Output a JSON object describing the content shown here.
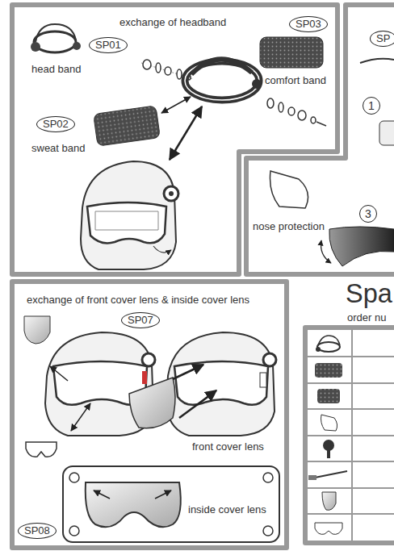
{
  "diagram": {
    "nodes": [
      {
        "text": [
          "exchange of headband"
        ]
      },
      {
        "text": [
          "SP01"
        ],
        "in": 0
      },
      {
        "text": [
          "SP03"
        ],
        "in": 0
      },
      {
        "text": [
          "SP02"
        ],
        "in": 0
      },
      {
        "text": [
          "nose protection"
        ]
      },
      {
        "text": [
          "SP"
        ],
        "in": 4
      },
      {
        "text": [
          "1"
        ],
        "in": 4
      },
      {
        "text": [
          "3"
        ],
        "in": 4
      },
      {
        "text": [
          "exchange of front cover lens & inside cover lens"
        ]
      },
      {
        "text": [
          "SP07"
        ],
        "in": 8
      },
      {
        "text": [
          "SP08"
        ],
        "in": 8
      },
      {
        "text": [
          "Spa",
          "order nu"
        ]
      }
    ],
    "labels": [
      "head band",
      "sweat band",
      "comfort band",
      "front cover lens",
      "inside cover lens"
    ]
  }
}
